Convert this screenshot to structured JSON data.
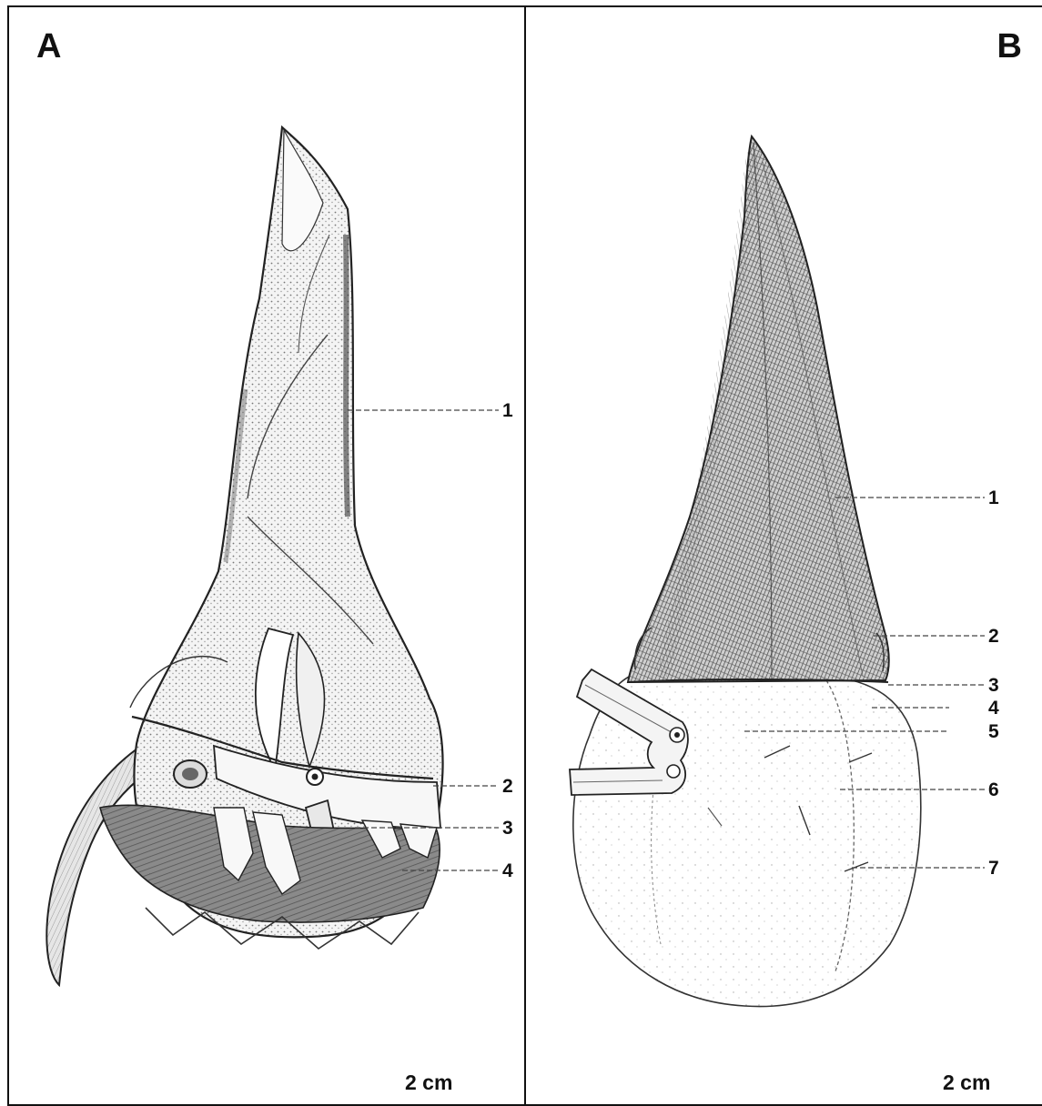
{
  "panels": [
    {
      "letter": "A",
      "labels": [
        "1",
        "2",
        "3",
        "4"
      ],
      "scale": "2 cm"
    },
    {
      "letter": "B",
      "labels": [
        "1",
        "2",
        "3",
        "4",
        "5",
        "6",
        "7"
      ],
      "scale": "2 cm"
    }
  ]
}
